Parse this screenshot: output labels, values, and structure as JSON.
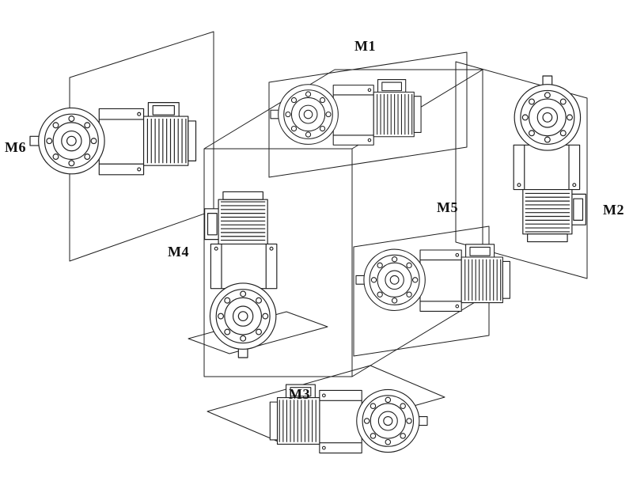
{
  "diagram": {
    "positions": [
      {
        "id": "m1",
        "label": "M1"
      },
      {
        "id": "m2",
        "label": "M2"
      },
      {
        "id": "m3",
        "label": "M3"
      },
      {
        "id": "m4",
        "label": "M4"
      },
      {
        "id": "m5",
        "label": "M5"
      },
      {
        "id": "m6",
        "label": "M6"
      }
    ],
    "colors": {
      "line": "#1f1f1f",
      "background": "#ffffff"
    }
  }
}
